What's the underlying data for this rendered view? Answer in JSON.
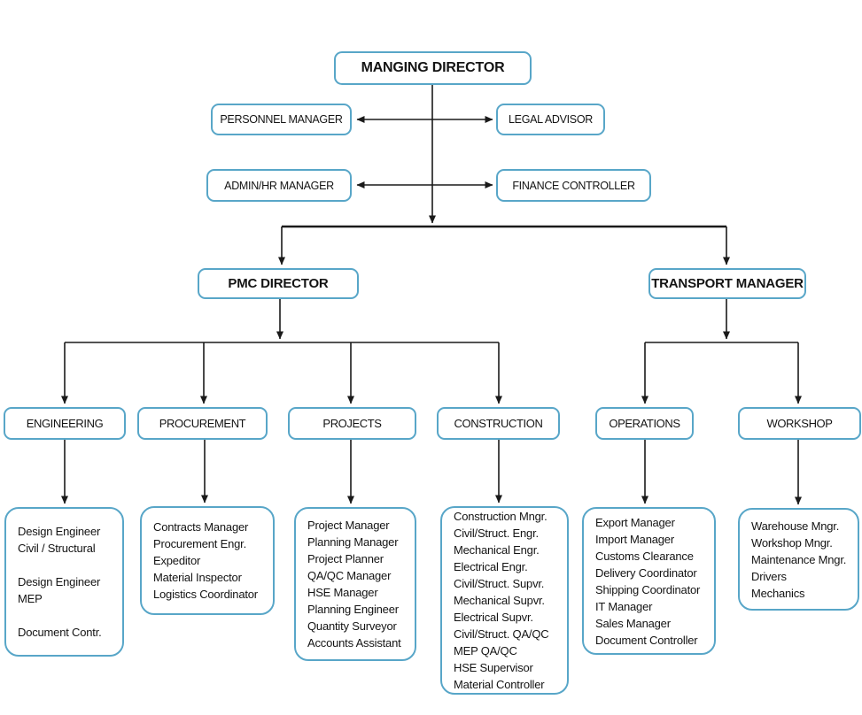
{
  "nodes": {
    "managing_director": "MANGING DIRECTOR",
    "personnel_manager": "PERSONNEL MANAGER",
    "legal_advisor": "LEGAL ADVISOR",
    "admin_hr_manager": "ADMIN/HR MANAGER",
    "finance_controller": "FINANCE CONTROLLER",
    "pmc_director": "PMC DIRECTOR",
    "transport_manager": "TRANSPORT MANAGER",
    "engineering": "ENGINEERING",
    "procurement": "PROCUREMENT",
    "projects": "PROJECTS",
    "construction": "CONSTRUCTION",
    "operations": "OPERATIONS",
    "workshop": "WORKSHOP"
  },
  "teams": {
    "engineering": [
      "Design Engineer",
      "Civil / Structural",
      "",
      "Design Engineer",
      "MEP",
      "",
      "Document Contr."
    ],
    "procurement": [
      "Contracts Manager",
      "Procurement Engr.",
      "Expeditor",
      "Material Inspector",
      "Logistics Coordinator"
    ],
    "projects": [
      "Project Manager",
      "Planning Manager",
      "Project Planner",
      "QA/QC Manager",
      "HSE Manager",
      "Planning Engineer",
      "Quantity Surveyor",
      "Accounts Assistant"
    ],
    "construction": [
      "Construction Mngr.",
      "Civil/Struct. Engr.",
      "Mechanical Engr.",
      "Electrical Engr.",
      "Civil/Struct. Supvr.",
      "Mechanical Supvr.",
      "Electrical Supvr.",
      "Civil/Struct. QA/QC",
      "MEP QA/QC",
      "HSE Supervisor",
      "Material Controller"
    ],
    "operations": [
      "Export Manager",
      "Import Manager",
      "Customs Clearance",
      "Delivery Coordinator",
      "Shipping Coordinator",
      "IT Manager",
      "Sales Manager",
      "Document Controller"
    ],
    "workshop": [
      "Warehouse Mngr.",
      "Workshop Mngr.",
      "Maintenance Mngr.",
      "Drivers",
      "Mechanics"
    ]
  },
  "colors": {
    "box_border": "#58A6C8",
    "connector_line": "#1a1a1a",
    "text": "#141414",
    "background": "#ffffff"
  }
}
